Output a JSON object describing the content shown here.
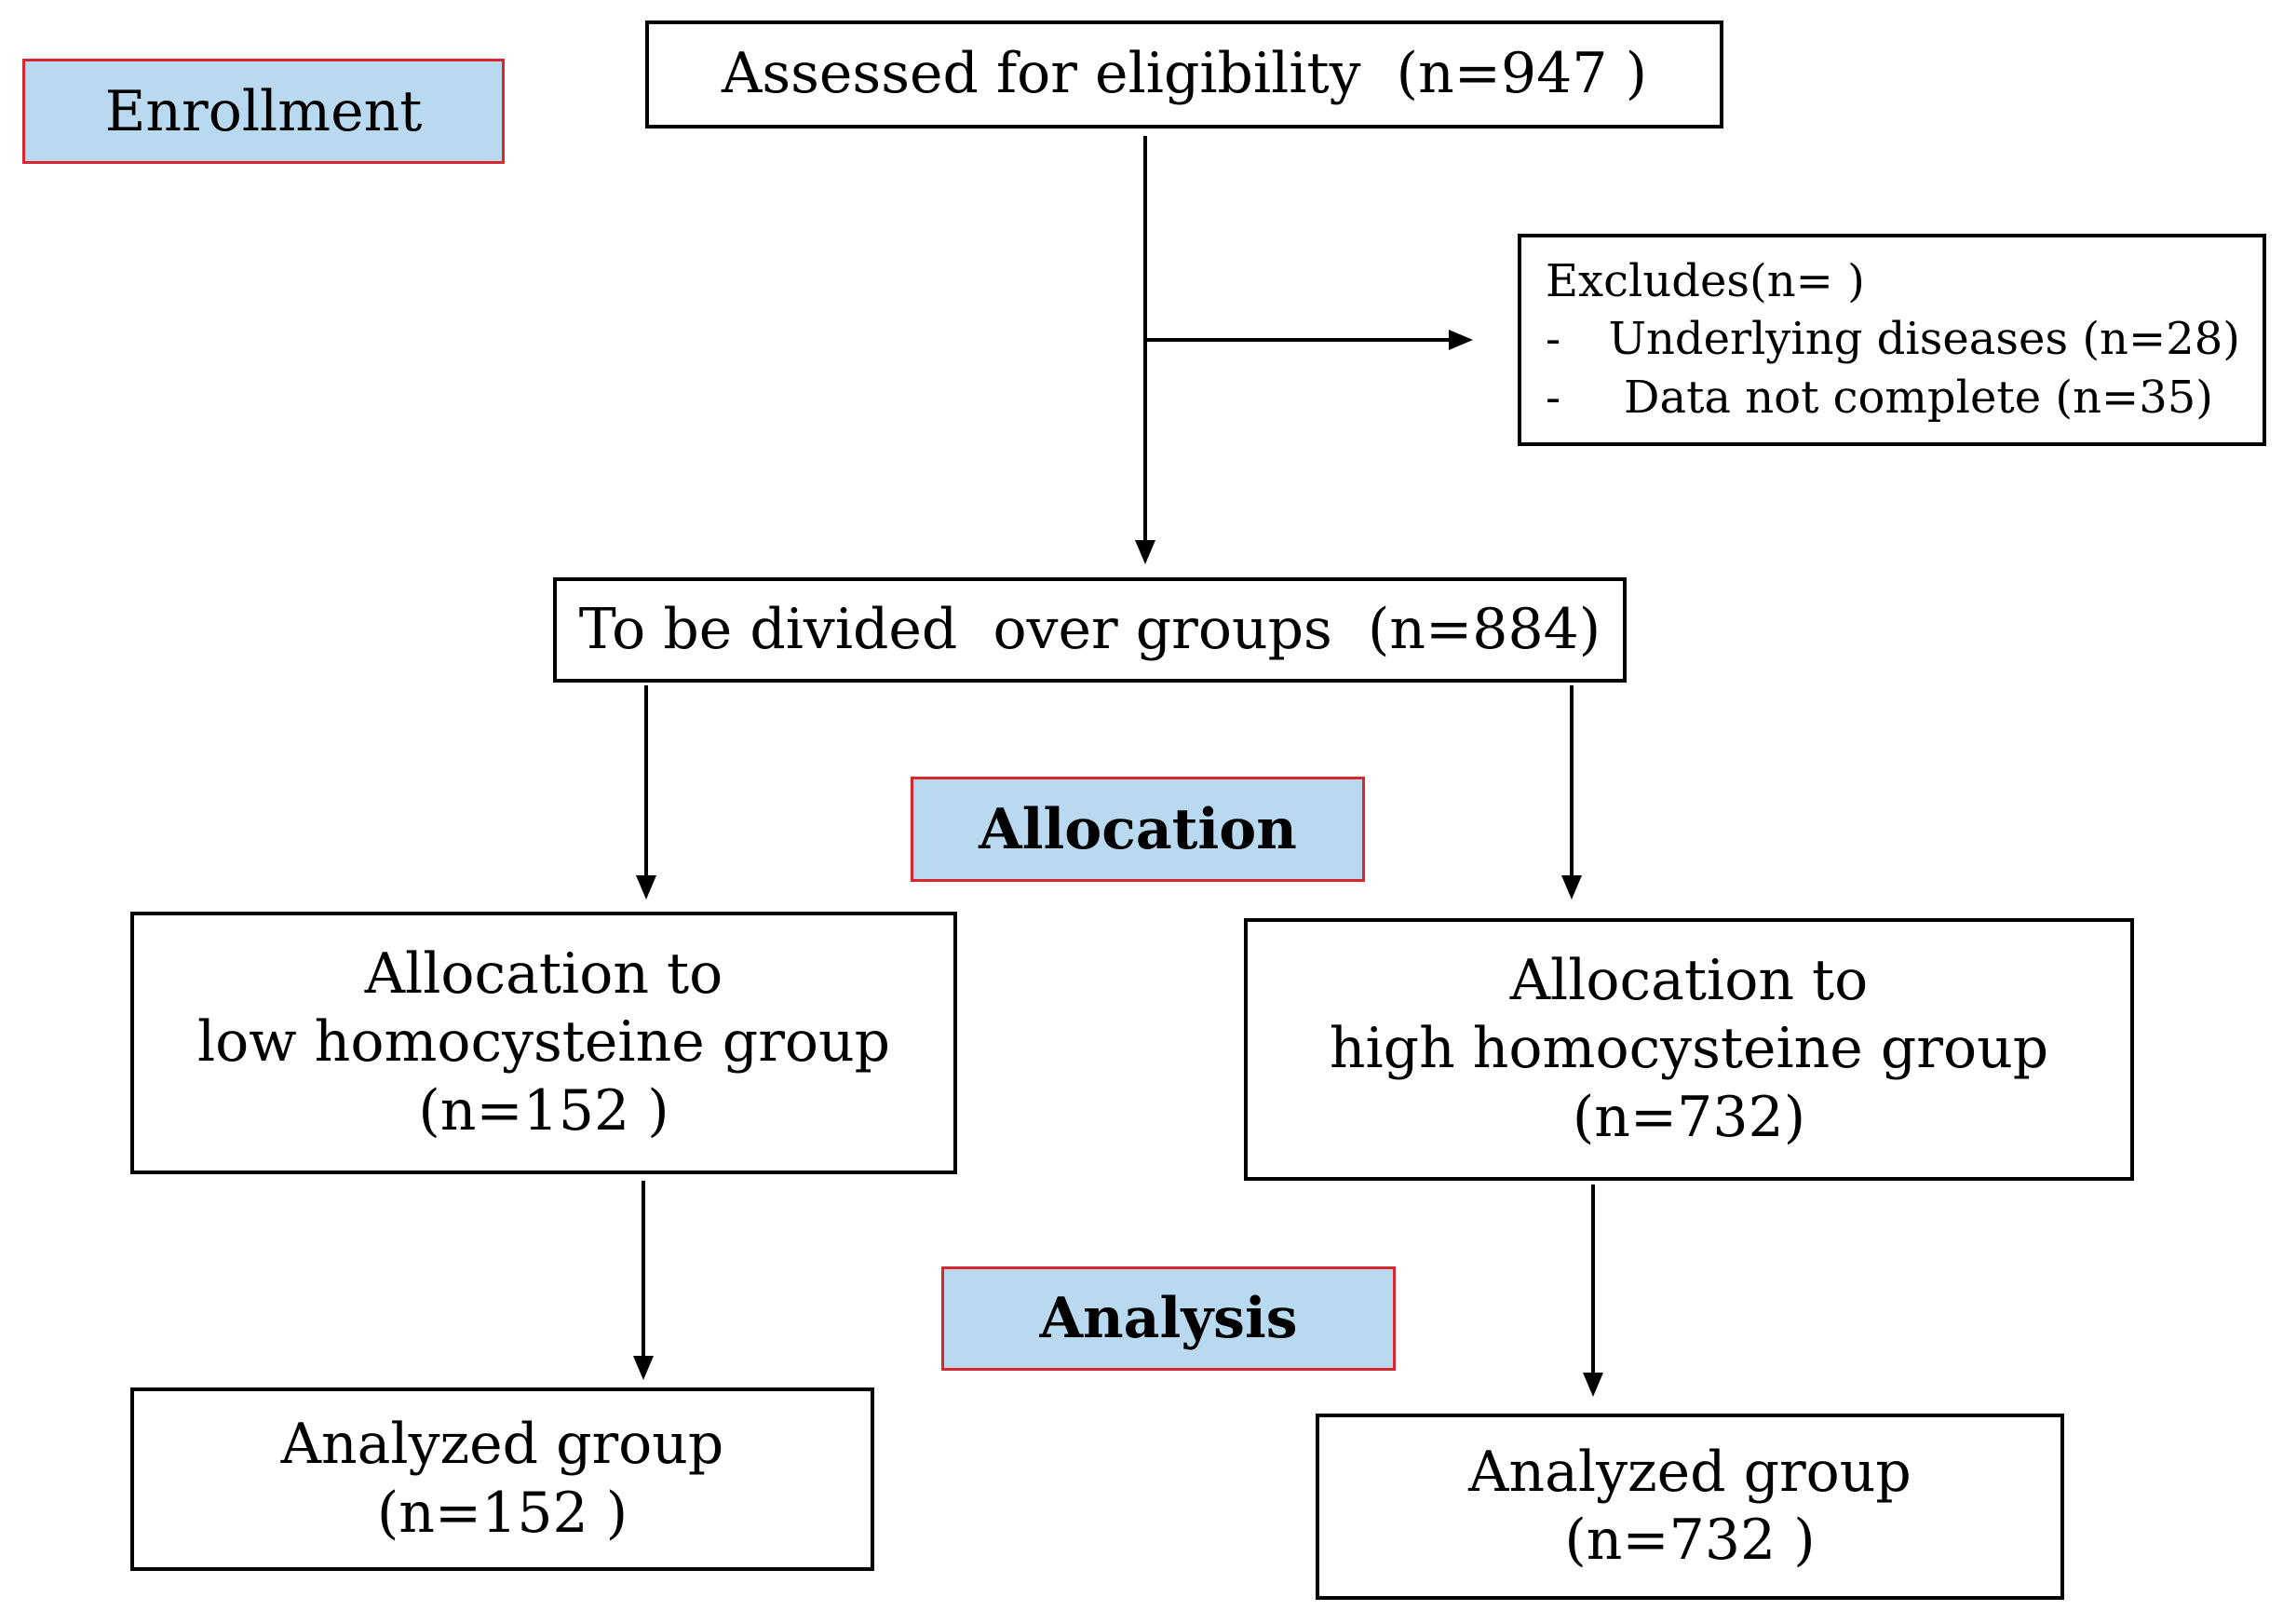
{
  "phases": {
    "enrollment": "Enrollment",
    "allocation": "Allocation",
    "analysis": "Analysis"
  },
  "assessed": {
    "text": "Assessed for eligibility  (n=947 )"
  },
  "excludes": {
    "title": "Excludes(n= )",
    "items": [
      {
        "bullet": "-",
        "text": "Underlying diseases (n=28)"
      },
      {
        "bullet": "-",
        "text": "Data not complete (n=35)"
      }
    ]
  },
  "divided": {
    "text": "To be divided  over groups  (n=884)"
  },
  "low_group": {
    "line1": "Allocation to",
    "line2": "low homocysteine group",
    "line3": "(n=152 )"
  },
  "high_group": {
    "line1": "Allocation to",
    "line2": "high homocysteine group",
    "line3": "(n=732)"
  },
  "analyzed_low": {
    "line1": "Analyzed group",
    "line2": "(n=152 )"
  },
  "analyzed_high": {
    "line1": "Analyzed group",
    "line2": "(n=732 )"
  },
  "colors": {
    "phase_fill": "#b8d9f0",
    "phase_border": "#d9272e",
    "line": "#000000"
  }
}
